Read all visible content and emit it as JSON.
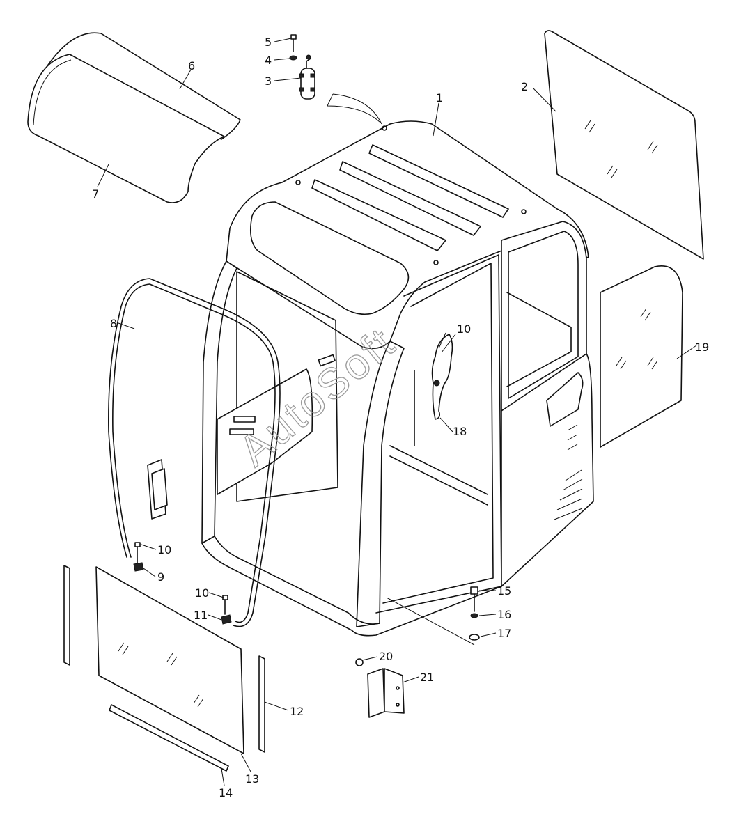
{
  "watermark": "AutoSoft",
  "corner_mark": "",
  "callouts": {
    "c1": "1",
    "c2": "2",
    "c3": "3",
    "c4": "4",
    "c5": "5",
    "c6": "6",
    "c7": "7",
    "c8": "8",
    "c9": "9",
    "c10a": "10",
    "c10b": "10",
    "c10c": "10",
    "c11": "11",
    "c12": "12",
    "c13": "13",
    "c14": "14",
    "c15": "15",
    "c16": "16",
    "c17": "17",
    "c18": "18",
    "c19": "19",
    "c20": "20",
    "c21": "21"
  }
}
